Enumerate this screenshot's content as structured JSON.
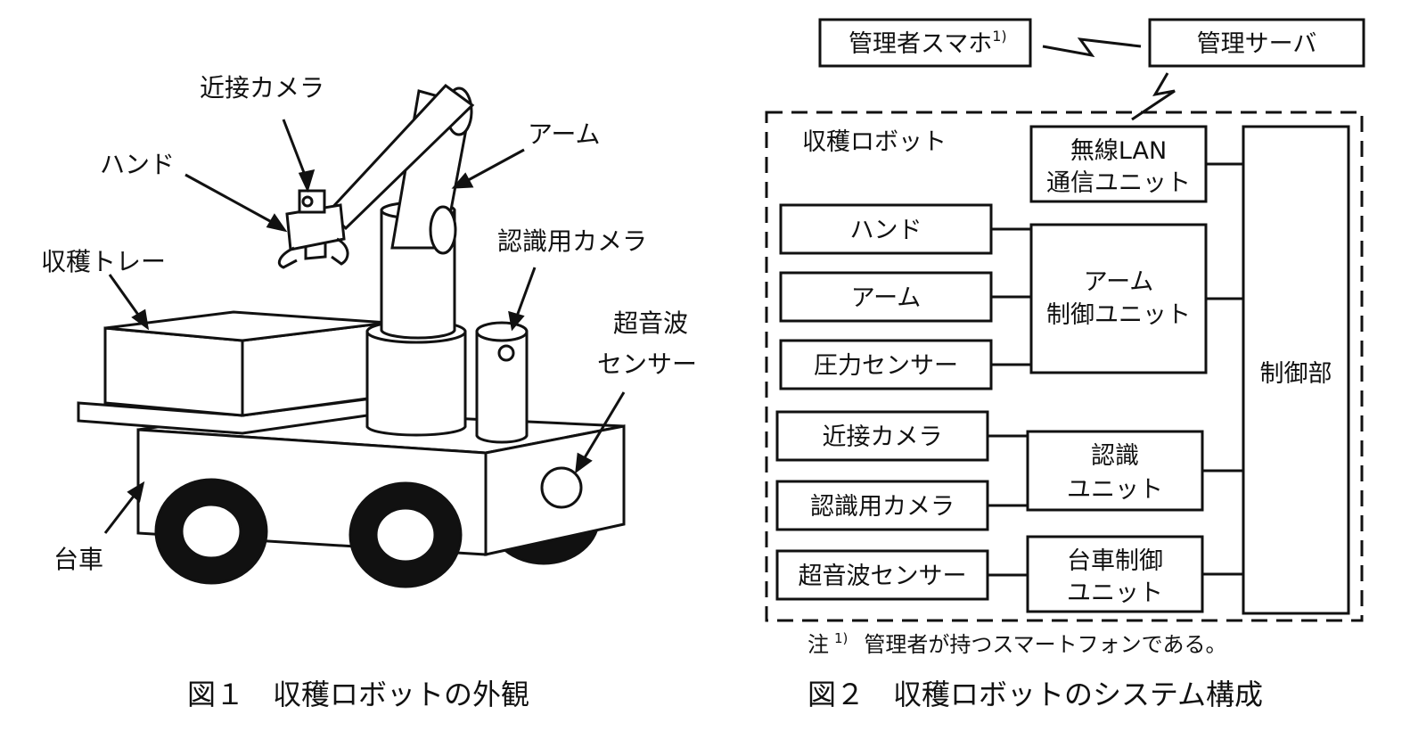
{
  "figure1": {
    "caption": "図１　収穫ロボットの外観",
    "labels": {
      "proximity_camera": "近接カメラ",
      "hand": "ハンド",
      "arm": "アーム",
      "tray": "収穫トレー",
      "recognition_camera": "認識用カメラ",
      "ultrasonic_line1": "超音波",
      "ultrasonic_line2": "センサー",
      "cart": "台車"
    }
  },
  "figure2": {
    "caption": "図２　収穫ロボットのシステム構成",
    "admin_phone": "管理者スマホ",
    "admin_phone_note_mark": "1)",
    "admin_server": "管理サーバ",
    "robot_label": "収穫ロボット",
    "wireless_line1": "無線LAN",
    "wireless_line2": "通信ユニット",
    "devices": [
      "ハンド",
      "アーム",
      "圧力センサー",
      "近接カメラ",
      "認識用カメラ",
      "超音波センサー"
    ],
    "arm_unit_line1": "アーム",
    "arm_unit_line2": "制御ユニット",
    "recog_unit_line1": "認識",
    "recog_unit_line2": "ユニット",
    "cart_unit_line1": "台車制御",
    "cart_unit_line2": "ユニット",
    "controller": "制御部",
    "note_mark": "注",
    "note_sup": "1)",
    "note_text": "管理者が持つスマートフォンである。"
  }
}
